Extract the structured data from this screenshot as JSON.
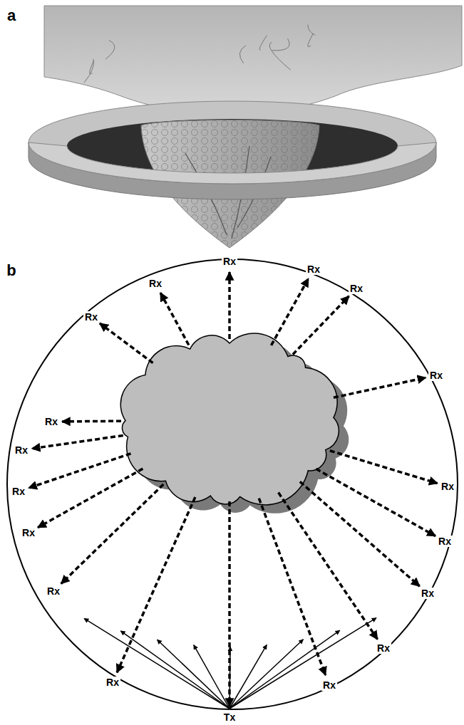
{
  "diagram": {
    "labels": [
      "a",
      "b",
      "Rx",
      "Rx",
      "Rx",
      "Rx",
      "Rx",
      "Rx",
      "Rx",
      "Rx",
      "Rx",
      "Rx",
      "Rx",
      "Rx",
      "Rx",
      "Rx",
      "Rx",
      "Rx",
      "Rx",
      "Tx"
    ]
  }
}
